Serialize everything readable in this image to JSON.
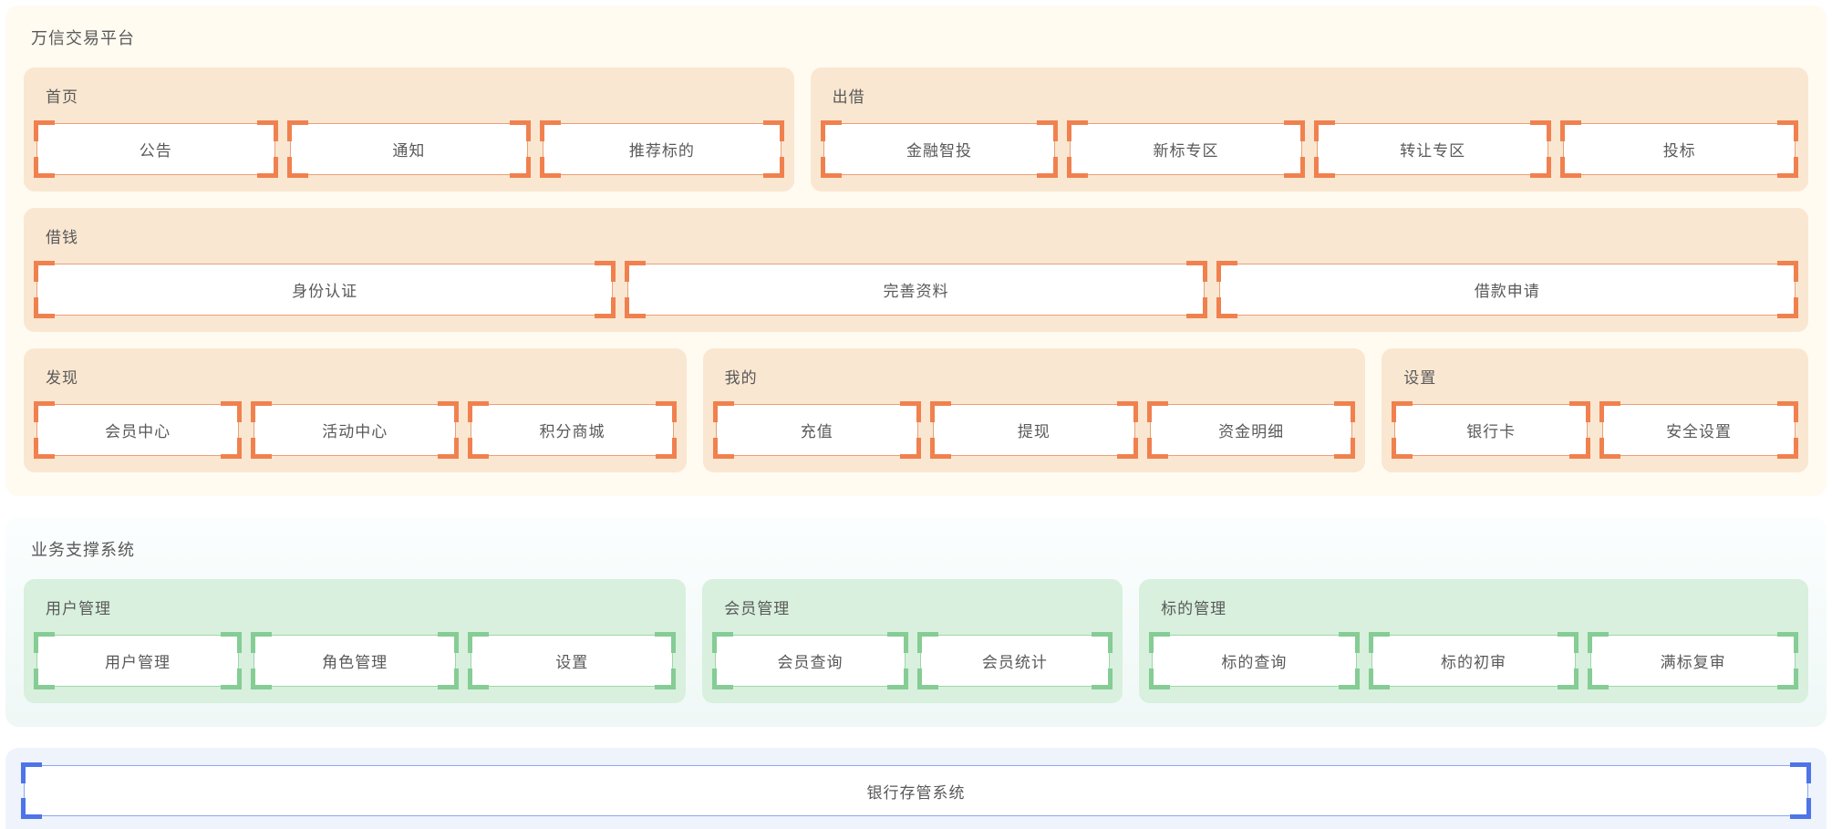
{
  "trade": {
    "title": "万信交易平台",
    "home": {
      "title": "首页",
      "items": [
        "公告",
        "通知",
        "推荐标的"
      ]
    },
    "lend": {
      "title": "出借",
      "items": [
        "金融智投",
        "新标专区",
        "转让专区",
        "投标"
      ]
    },
    "borrow": {
      "title": "借钱",
      "items": [
        "身份认证",
        "完善资料",
        "借款申请"
      ]
    },
    "discover": {
      "title": "发现",
      "items": [
        "会员中心",
        "活动中心",
        "积分商城"
      ]
    },
    "mine": {
      "title": "我的",
      "items": [
        "充值",
        "提现",
        "资金明细"
      ]
    },
    "settings": {
      "title": "设置",
      "items": [
        "银行卡",
        "安全设置"
      ]
    }
  },
  "support": {
    "title": "业务支撑系统",
    "user_mgmt": {
      "title": "用户管理",
      "items": [
        "用户管理",
        "角色管理",
        "设置"
      ]
    },
    "member_mgmt": {
      "title": "会员管理",
      "items": [
        "会员查询",
        "会员统计"
      ]
    },
    "bid_mgmt": {
      "title": "标的管理",
      "items": [
        "标的查询",
        "标的初审",
        "满标复审"
      ]
    }
  },
  "bank": {
    "label": "银行存管系统"
  },
  "colors": {
    "text": "#595959",
    "orange_accent": "#F0814F",
    "orange_border": "#EAA077",
    "orange_panel": "#FAE7D1",
    "trade_bg": "#FFFBF1",
    "green_accent": "#85CC95",
    "green_border": "#9ED6AB",
    "green_panel": "#D8F0DD",
    "support_bg": "#F4FBF9",
    "blue_accent": "#4E74E8",
    "blue_border": "#8CA7EE",
    "bank_bg": "#EFF4FC"
  }
}
